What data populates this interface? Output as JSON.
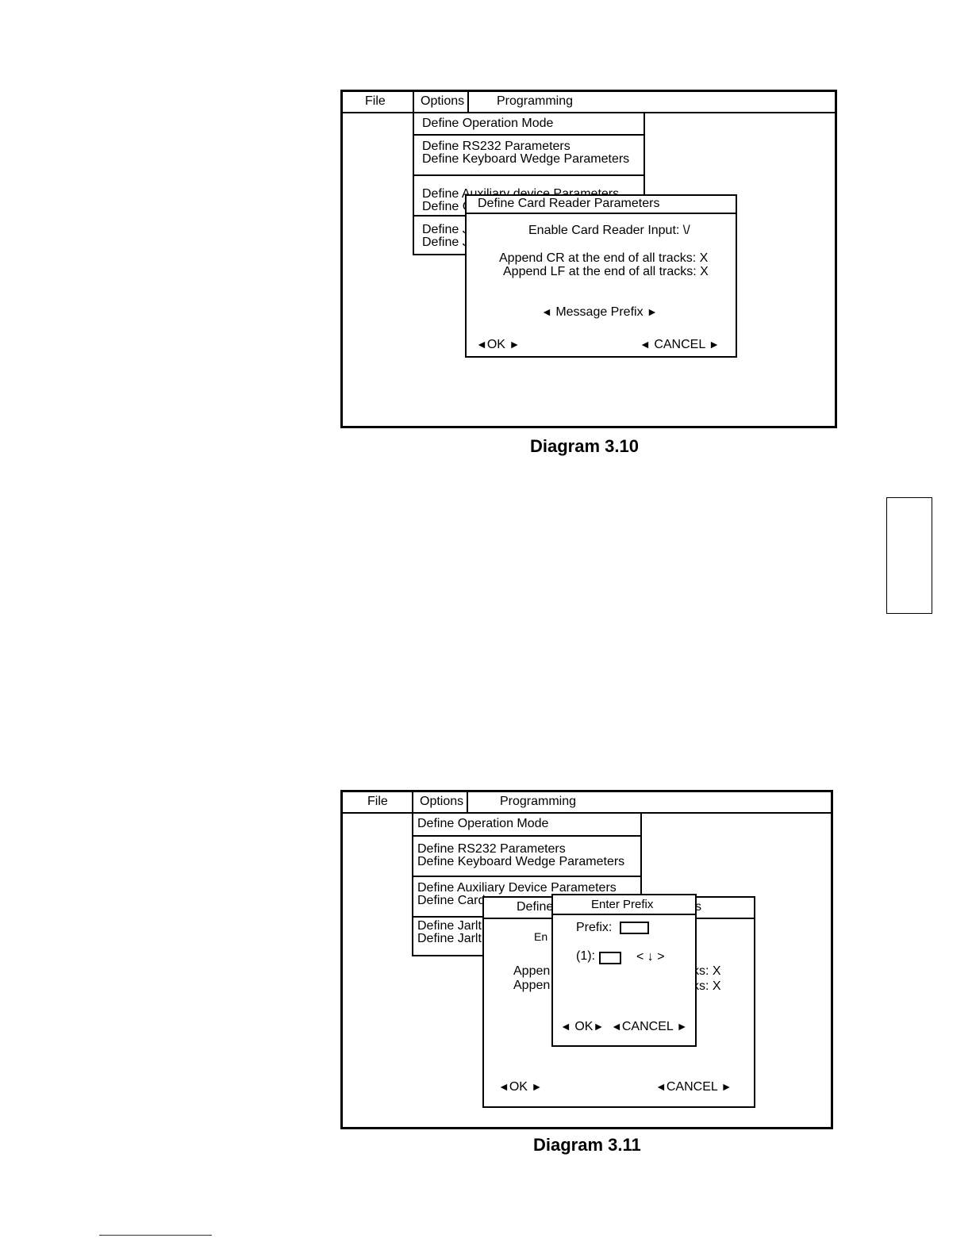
{
  "diagram1": {
    "menu": {
      "file": "File",
      "options": "Options",
      "programming": "Programming"
    },
    "dropdown": {
      "item1": "Define Operation Mode",
      "item2": "Define RS232 Parameters",
      "item3": "Define Keyboard Wedge Parameters",
      "item4": "Define Auxiliary device Parameters",
      "item5": "Define C",
      "item6": "Define J",
      "item7": "Define J"
    },
    "dialog": {
      "title": "Define Card Reader Parameters",
      "enable_label": "Enable Card Reader Input: \\/",
      "append_cr": "Append CR at the end of all tracks: X",
      "append_lf": "Append LF at the end of all tracks: X",
      "message_prefix": "Message Prefix",
      "ok": "OK",
      "cancel": "CANCEL"
    },
    "caption": "Diagram 3.10"
  },
  "diagram2": {
    "menu": {
      "file": "File",
      "options": "Options",
      "programming": "Programming"
    },
    "dropdown": {
      "item1": "Define Operation Mode",
      "item2": "Define RS232 Parameters",
      "item3": "Define Keyboard Wedge Parameters",
      "item4": "Define Auxiliary Device Parameters",
      "item5": "Define Card",
      "item6": "Define Jarlt",
      "item7": "Define Jarlt"
    },
    "back_dialog": {
      "title_left": "Define",
      "title_right": "s",
      "en": "En",
      "appen1": "Appen",
      "appen2": "Appen",
      "tail1": "ks: X",
      "tail2": "ks: X",
      "ok": "OK",
      "cancel": "CANCEL"
    },
    "prefix_dialog": {
      "title": "Enter Prefix",
      "prefix_label": "Prefix:",
      "index_label": "(1):",
      "nav": "< ↓ >",
      "ok": "OK",
      "cancel": "CANCEL"
    },
    "caption": "Diagram 3.11"
  },
  "icons": {
    "left": "◄",
    "right": "►"
  }
}
